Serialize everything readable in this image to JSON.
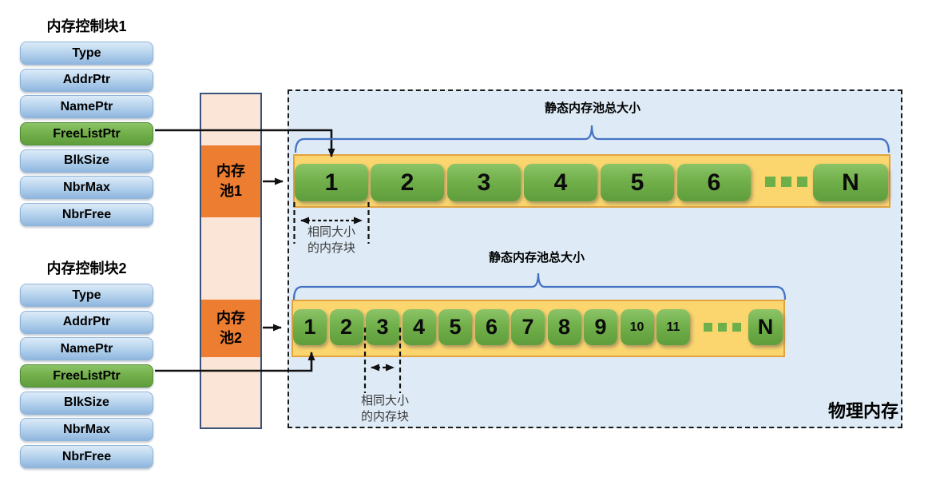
{
  "mcb1": {
    "title": "内存控制块1",
    "fields": [
      "Type",
      "AddrPtr",
      "NamePtr",
      "FreeListPtr",
      "BlkSize",
      "NbrMax",
      "NbrFree"
    ],
    "highlighted_field": "FreeListPtr"
  },
  "mcb2": {
    "title": "内存控制块2",
    "fields": [
      "Type",
      "AddrPtr",
      "NamePtr",
      "FreeListPtr",
      "BlkSize",
      "NbrMax",
      "NbrFree"
    ],
    "highlighted_field": "FreeListPtr"
  },
  "pools": {
    "pool1_line1": "内存",
    "pool1_line2": "池1",
    "pool2_line1": "内存",
    "pool2_line2": "池2"
  },
  "row1": {
    "brace_label": "静态内存池总大小",
    "blocks": [
      "1",
      "2",
      "3",
      "4",
      "5",
      "6"
    ],
    "last": "N",
    "measure1": "相同大小",
    "measure2": "的内存块"
  },
  "row2": {
    "brace_label": "静态内存池总大小",
    "blocks": [
      "1",
      "2",
      "3",
      "4",
      "5",
      "6",
      "7",
      "8",
      "9",
      "10",
      "11"
    ],
    "last": "N",
    "measure1": "相同大小",
    "measure2": "的内存块"
  },
  "physical": {
    "label": "物理内存"
  },
  "colors": {
    "block_green": "#6FAE48",
    "row_blue": "#A9CBEA",
    "pool_orange": "#ED7D31",
    "strip_amber": "#FBD56E",
    "strip_border": "#E2A33E",
    "region_blue": "#DEEBF7",
    "column_peach": "#FBE5D6",
    "column_border": "#3A5378",
    "brace_blue": "#4472C4"
  }
}
